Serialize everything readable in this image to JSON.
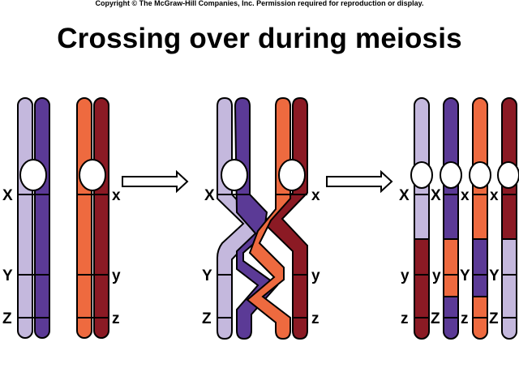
{
  "copyright": "Copyright © The McGraw-Hill Companies, Inc. Permission required for reproduction or display.",
  "title": "Crossing over during meiosis",
  "colors": {
    "light_purple": "#c4b8dd",
    "dark_purple": "#5b3a96",
    "orange": "#ee6a3f",
    "dark_red": "#8b1a24",
    "outline": "#000000"
  },
  "panels": {
    "before": {
      "labels": {
        "X_left": "X",
        "Y_left": "Y",
        "Z_left": "Z",
        "x_right": "x",
        "y_right": "y",
        "z_right": "z"
      }
    },
    "crossing": {
      "labels": {
        "X_left": "X",
        "Y_left": "Y",
        "Z_left": "Z",
        "x_right": "x",
        "y_right": "y",
        "z_right": "z"
      }
    },
    "after": {
      "labels": {
        "c1_top": "X",
        "c1_mid": "y",
        "c1_bot": "z",
        "c2_top": "X",
        "c2_mid": "y",
        "c2_bot": "Z",
        "c3_top": "x",
        "c3_mid": "Y",
        "c3_bot": "z",
        "c4_top": "x",
        "c4_mid": "Y",
        "c4_bot": "Z"
      }
    }
  }
}
